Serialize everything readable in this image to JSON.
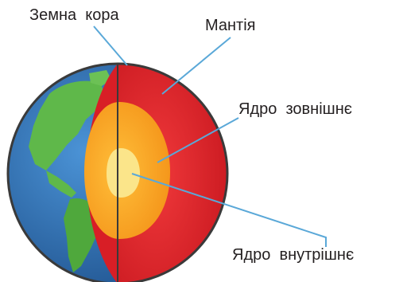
{
  "labels": {
    "crust": "Земна  кора",
    "mantle": "Мантія",
    "outer_core": "Ядро  зовнішнє",
    "inner_core": "Ядро  внутрішнє"
  },
  "colors": {
    "ocean": "#2f6fb0",
    "land": "#5fb84a",
    "crust": "#3a3a3a",
    "mantle": "#e8252b",
    "outer_core": "#f7a51e",
    "inner_core": "#fbe58a",
    "leader_line": "#5aa8d8"
  }
}
